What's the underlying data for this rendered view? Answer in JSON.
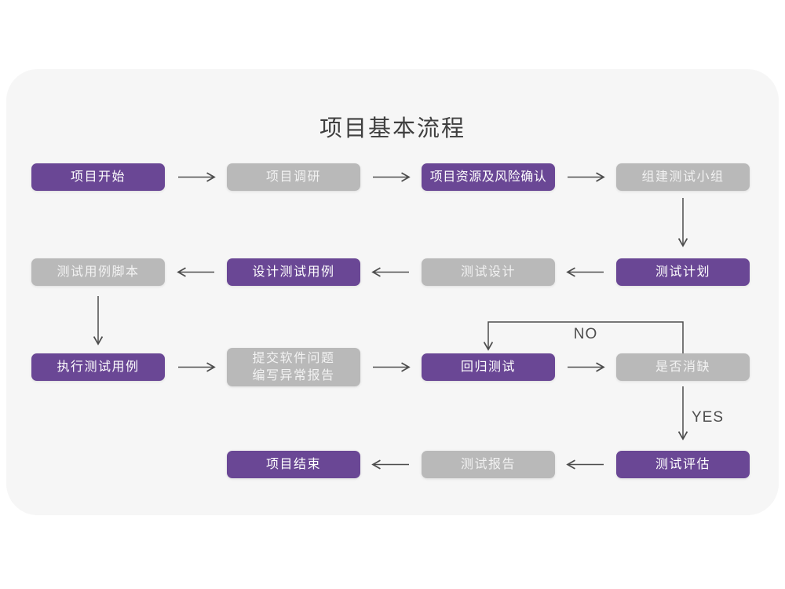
{
  "title": "项目基本流程",
  "colors": {
    "purple": "#6A4795",
    "gray": "#B9B9B9",
    "arrow": "#4D4D4D",
    "text_on_purple": "#FFFFFF",
    "text_on_gray": "#F2F2F2",
    "title_color": "#3F3F3F",
    "card_bg": "#F6F6F6",
    "page_bg": "#FFFFFF"
  },
  "nodes": [
    {
      "id": "project-start",
      "label": "项目开始",
      "variant": "purple"
    },
    {
      "id": "project-research",
      "label": "项目调研",
      "variant": "gray"
    },
    {
      "id": "resource-risk-confirm",
      "label": "项目资源及风险确认",
      "variant": "purple"
    },
    {
      "id": "form-test-team",
      "label": "组建测试小组",
      "variant": "gray"
    },
    {
      "id": "test-plan",
      "label": "测试计划",
      "variant": "purple"
    },
    {
      "id": "test-design",
      "label": "测试设计",
      "variant": "gray"
    },
    {
      "id": "design-test-cases",
      "label": "设计测试用例",
      "variant": "purple"
    },
    {
      "id": "test-case-script",
      "label": "测试用例脚本",
      "variant": "gray"
    },
    {
      "id": "execute-test-cases",
      "label": "执行测试用例",
      "variant": "purple"
    },
    {
      "id": "submit-issue-report",
      "line1": "提交软件问题",
      "line2": "编写异常报告",
      "variant": "gray"
    },
    {
      "id": "regression-test",
      "label": "回归测试",
      "variant": "purple"
    },
    {
      "id": "defect-cleared",
      "label": "是否消缺",
      "variant": "gray"
    },
    {
      "id": "test-evaluation",
      "label": "测试评估",
      "variant": "purple"
    },
    {
      "id": "test-report",
      "label": "测试报告",
      "variant": "gray"
    },
    {
      "id": "project-end",
      "label": "项目结束",
      "variant": "purple"
    }
  ],
  "edge_labels": {
    "no": "NO",
    "yes": "YES"
  }
}
